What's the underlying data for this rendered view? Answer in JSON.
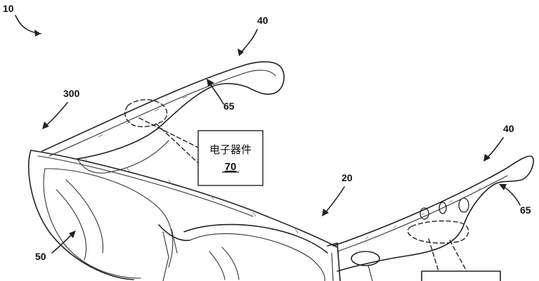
{
  "labels": {
    "fig_ref": "10",
    "temple_left_ref": "40",
    "temple_right_ref": "40",
    "frame_ref": "300",
    "electronics_left_ref": "65",
    "electronics_right_ref": "65",
    "hinge_ref": "20",
    "lens_ref": "50"
  },
  "callout_box": {
    "text": "电子器件",
    "number": "70"
  }
}
